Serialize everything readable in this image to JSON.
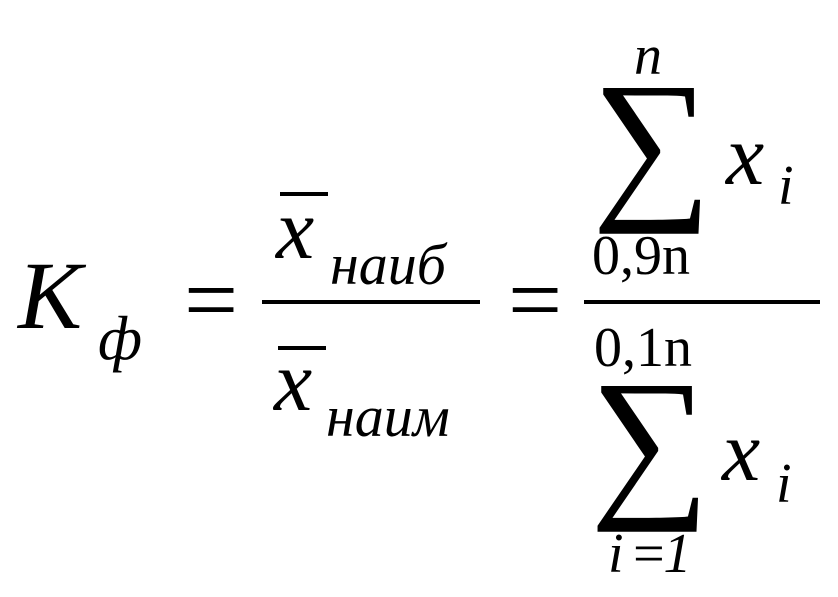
{
  "formula": {
    "lhs": {
      "symbol": "K",
      "subscript": "ф"
    },
    "equals_1": "=",
    "equals_2": "=",
    "fraction_1": {
      "numerator": {
        "variable": "x",
        "subscript": "наиб"
      },
      "denominator": {
        "variable": "x",
        "subscript": "наим"
      }
    },
    "fraction_2": {
      "numerator": {
        "sum_symbol": "∑",
        "upper_limit": "n",
        "term": "x",
        "term_subscript": "i",
        "lower_limit": "0,9n"
      },
      "denominator": {
        "upper_limit": "0,1n",
        "sum_symbol": "∑",
        "term": "x",
        "term_subscript": "i",
        "lower_limit": "i =1"
      }
    }
  }
}
